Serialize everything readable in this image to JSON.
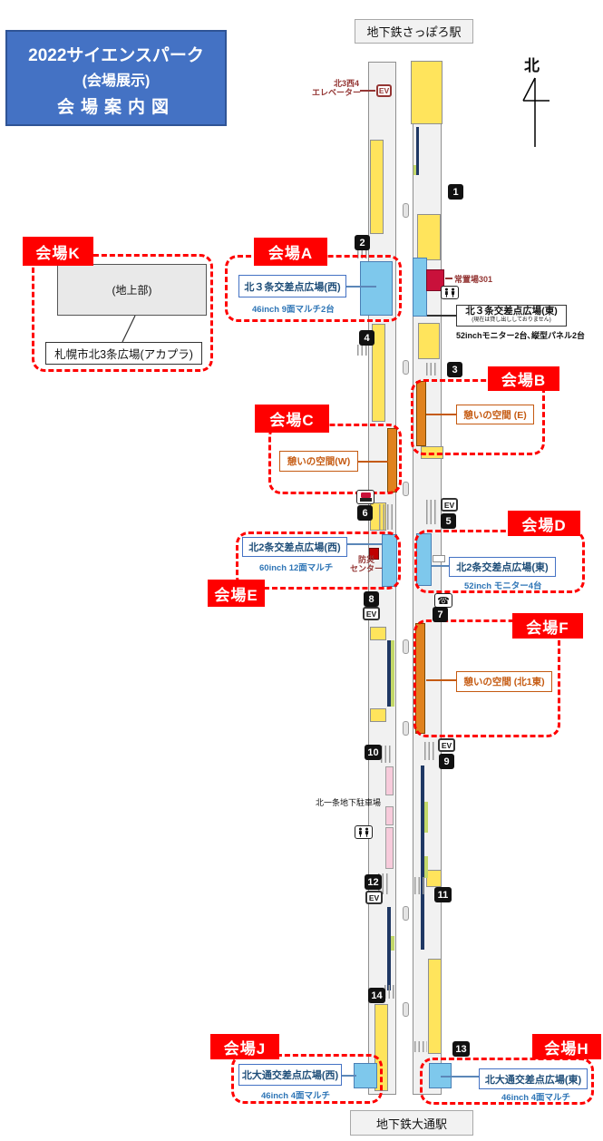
{
  "title": {
    "line1": "2022サイエンスパーク",
    "line2": "(会場展示)",
    "line3": "会場案内図"
  },
  "stations": {
    "top": "地下鉄さっぽろ駅",
    "bottom": "地下鉄大通駅"
  },
  "compass": {
    "label": "北"
  },
  "map_labels": {
    "elevator_line1": "北3西4",
    "elevator_line2": "エレベーター",
    "ev": "EV",
    "storage": "常置場301",
    "parking": "北一条地下駐車場",
    "bousai_line1": "防災",
    "bousai_line2": "センター"
  },
  "east_plaza": {
    "name": "北３条交差点広場(東)",
    "note": "(現在は貸し出ししておりません)",
    "spec": "52inchモニター2台､縦型パネル2台"
  },
  "venues": {
    "A": {
      "label": "会場A",
      "name": "北３条交差点広場(西)",
      "spec": "46inch 9面マルチ2台"
    },
    "B": {
      "label": "会場B",
      "name": "憩いの空間 (E)"
    },
    "C": {
      "label": "会場C",
      "name": "憩いの空間(W)"
    },
    "D": {
      "label": "会場D",
      "name": "北2条交差点広場(東)",
      "spec": "52inch モニター4台"
    },
    "E": {
      "label": "会場E",
      "name": "北2条交差点広場(西)",
      "spec": "60inch 12面マルチ"
    },
    "F": {
      "label": "会場F",
      "name": "憩いの空間 (北1東)"
    },
    "H": {
      "label": "会場H",
      "name": "北大通交差点広場(東)",
      "spec": "46inch 4面マルチ"
    },
    "J": {
      "label": "会場J",
      "name": "北大通交差点広場(西)",
      "spec": "46inch 4面マルチ"
    },
    "K": {
      "label": "会場K",
      "name": "札幌市北3条広場(アカプラ)",
      "note": "(地上部)"
    }
  },
  "markers": [
    "1",
    "2",
    "3",
    "4",
    "5",
    "6",
    "7",
    "8",
    "9",
    "10",
    "11",
    "12",
    "13",
    "14"
  ],
  "colors": {
    "accent_red": "#FF0000",
    "title_blue": "#4472C4",
    "corridor_yellow": "#FFE45C",
    "venue_blue": "#7EC8EC",
    "rest_orange": "#E0821E",
    "pink": "#F7CBDB",
    "navy_line": "#1F3864",
    "green_line": "#C3D86A",
    "maroon": "#943634",
    "storage_red": "#C9113B"
  }
}
